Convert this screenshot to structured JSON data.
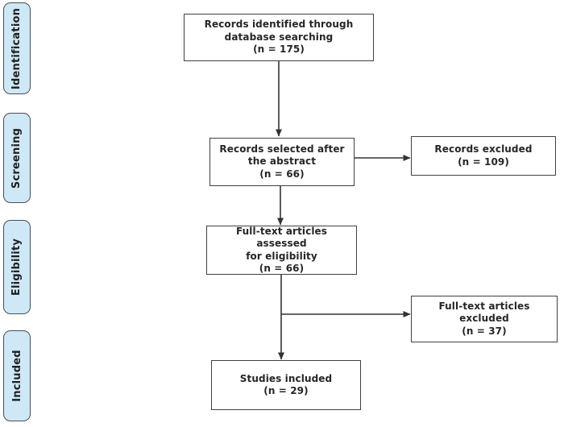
{
  "figure": {
    "type": "prisma-flow-diagram",
    "sidebar": [
      {
        "id": "identification",
        "label": "Identification"
      },
      {
        "id": "screening",
        "label": "Screening"
      },
      {
        "id": "eligibility",
        "label": "Eligibility"
      },
      {
        "id": "included",
        "label": "Included"
      }
    ],
    "nodes": {
      "identified": {
        "lines": [
          "Records identified through",
          "database searching",
          "(n = 175)"
        ]
      },
      "selected": {
        "lines": [
          "Records selected after",
          "the abstract",
          "(n = 66)"
        ]
      },
      "records_excluded": {
        "lines": [
          "Records excluded",
          "(n = 109)"
        ]
      },
      "fulltext": {
        "lines": [
          "Full-text articles assessed",
          "for eligibility",
          "(n = 66)"
        ]
      },
      "fulltext_excluded": {
        "lines": [
          "Full-text articles excluded",
          "(n = 37)"
        ]
      },
      "included": {
        "lines": [
          "Studies included",
          "(n = 29)"
        ]
      }
    },
    "colors": {
      "stage_fill": "#cfe8f7",
      "stage_border": "#4d4d4d",
      "box_border": "#404040",
      "text": "#262626",
      "arrow": "#333333",
      "background": "#ffffff"
    }
  }
}
